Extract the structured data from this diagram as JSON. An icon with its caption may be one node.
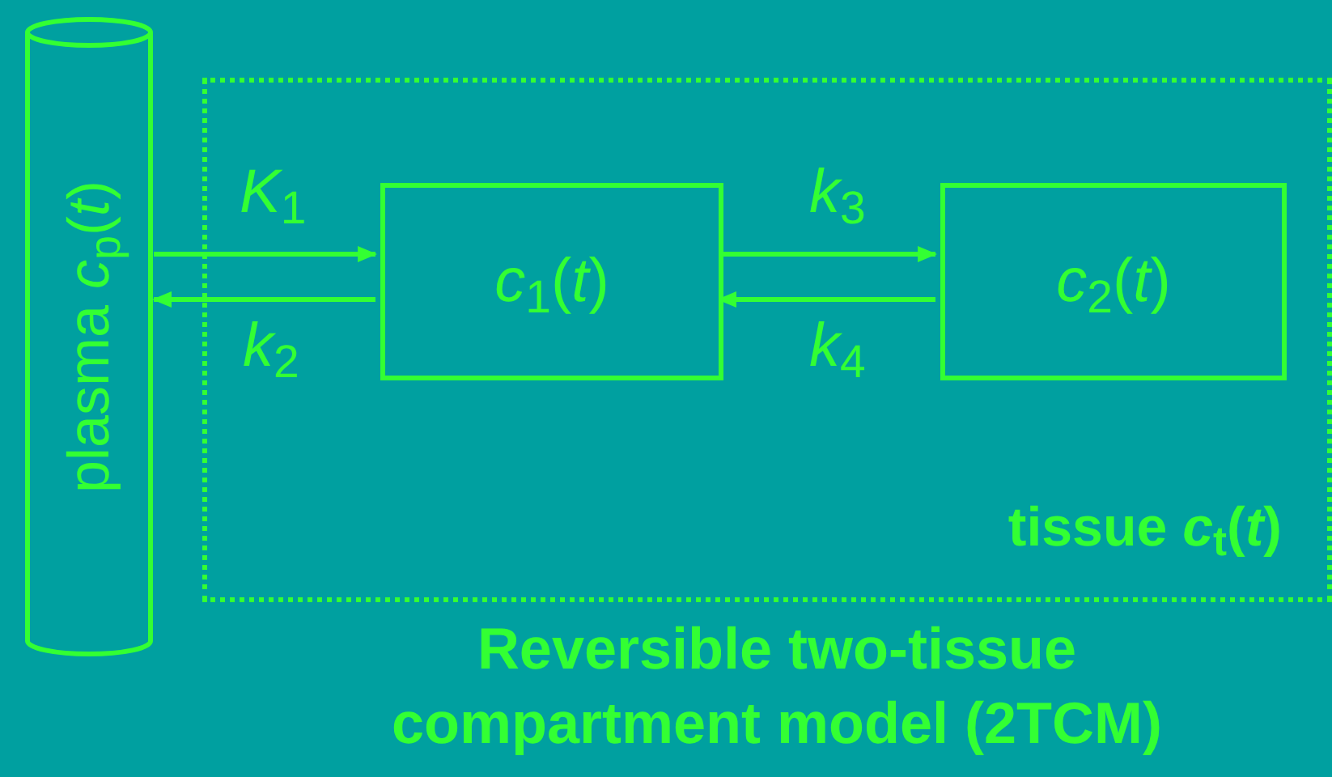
{
  "diagram": {
    "caption": "Reversible two-tissue compartment model (2TCM)",
    "nodes": [
      {
        "text": [
          "plasma *c*$_{p}$(*t*)"
        ]
      },
      {
        "text": [
          "tissue *c*$_{t}$(*t*)"
        ]
      },
      {
        "text": [
          "*c*$_{1}$(*t*)"
        ],
        "in": 1
      },
      {
        "text": [
          "*c*$_{2}$(*t*)"
        ],
        "in": 1
      }
    ],
    "edges": [
      {
        "from": 0,
        "to": 2,
        "arrow": "to",
        "label": "*K*$_{1}$"
      },
      {
        "from": 2,
        "to": 0,
        "arrow": "to",
        "label": "*k*$_{2}$"
      },
      {
        "from": 2,
        "to": 3,
        "arrow": "to",
        "label": "*k*$_{3}$"
      },
      {
        "from": 3,
        "to": 2,
        "arrow": "to",
        "label": "*k*$_{4}$"
      }
    ]
  }
}
